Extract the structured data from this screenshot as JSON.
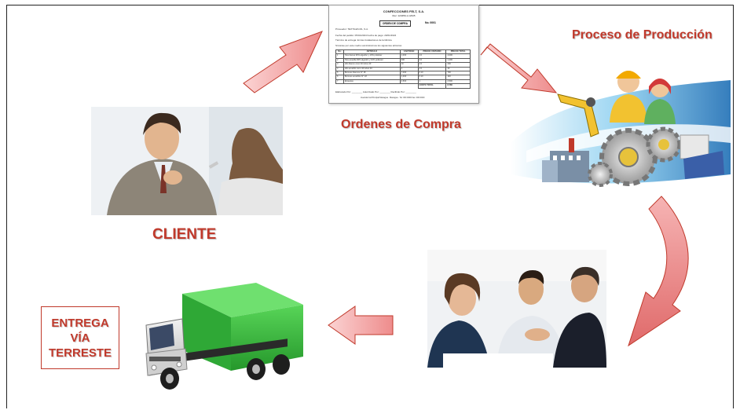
{
  "labels": {
    "ordenes": "Ordenes de Compra",
    "proceso": "Proceso de Producción",
    "cliente": "CLIENTE",
    "entrega": [
      "ENTREGA",
      "VÍA",
      "TERRESTE"
    ]
  },
  "document": {
    "company": "CONFECCIONES FELT, S.A.",
    "ruc": "Ruc: 123456-1-12345",
    "title": "ORDEN DE COMPRA",
    "number": "No. 0001",
    "proveedor": "Proveedor: TEXTILES ML, S.A.",
    "fechas": "Fecha del pedido: 05/01/2024    Fecha de pago: 20/01/2024",
    "termino": "Término de entrega: En las instalaciones de la fábrica",
    "intro": "Sírvanse por este medio suministrarnos los siguientes artículos:",
    "headers": [
      "No.",
      "ARTÍCULO",
      "CANTIDAD",
      "PRECIO UNITARIO",
      "PRECIO TOTAL"
    ],
    "rows": [
      [
        "1",
        "Tela blanca 90% algodón y 10% poliéster",
        "1,000",
        "4.0",
        "4,000"
      ],
      [
        "2",
        "Tela amarilla 90% algodón y 10% poliéster",
        "300",
        "4.0",
        "1,200"
      ],
      [
        "3",
        "Hilo blanco cono 40 tubos 40",
        "10",
        "2.0",
        "200"
      ],
      [
        "4",
        "Hilo amarillo cono 40 tubos 40",
        "2",
        "2.0",
        "40"
      ],
      [
        "5",
        "Botones blancos N° 18",
        "7,000",
        "0.10",
        "700"
      ],
      [
        "6",
        "Botones amarillos N° 18",
        "1,400",
        "0.10",
        "140"
      ],
      [
        "7",
        "Etiquetas",
        "2,500",
        "1",
        "2,500"
      ]
    ],
    "total_label": "COSTO TOTAL",
    "total": "8,780",
    "footer": "Elaborado Por: ________ Autorizado Por: ________ Recibido Por: ________",
    "address": "Avenida Cal Principal Managua · Managua · Tel: 000 0000 Fax: 000 0000"
  },
  "colors": {
    "label_red": "#c0392b",
    "arrow_fill": "#f4a6a6",
    "arrow_edge": "#c0392b",
    "truck_green": "#3cb43c"
  },
  "icons": {
    "client": "client-meeting-photo",
    "production": "factory-gears-workers-icon",
    "business": "handshake-meeting-photo",
    "truck": "delivery-truck-icon"
  }
}
